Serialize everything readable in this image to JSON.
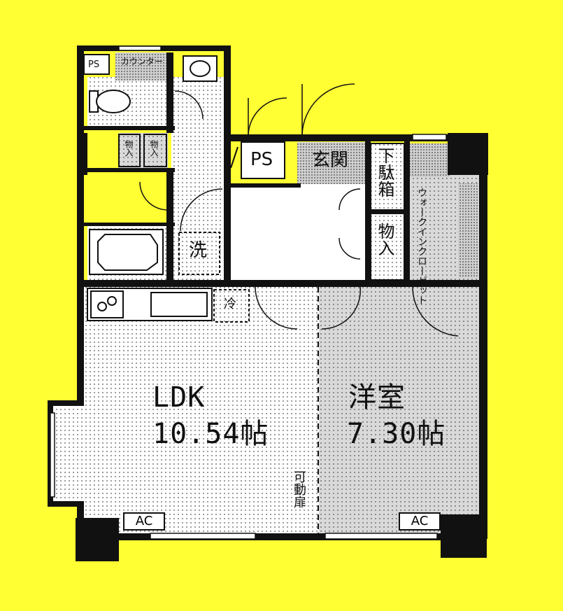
{
  "colors": {
    "background": "#ffff33",
    "wall": "#111111",
    "floor_dots": "#eeeeee",
    "room_grey": "#d9d9d9",
    "white": "#ffffff"
  },
  "rooms": {
    "ldk": {
      "name": "LDK",
      "area": "10.54帖"
    },
    "western": {
      "name": "洋室",
      "area": "7.30帖"
    },
    "entrance": {
      "name": "玄関"
    },
    "shoe_box": {
      "name": "下駄箱"
    },
    "storage_small": {
      "name": "物入"
    },
    "walk_in_closet": {
      "name": "ウォークインクローゼット"
    },
    "washer": {
      "name": "洗"
    },
    "fridge": {
      "name": "冷"
    },
    "counter": {
      "name": "カウンター"
    },
    "closet_1": {
      "name": "物入"
    },
    "closet_2": {
      "name": "物入"
    }
  },
  "fixtures": {
    "ps_main": "PS",
    "ps_small": "PS",
    "sliding_door": "可動扉",
    "ac_left": "AC",
    "ac_right": "AC"
  }
}
